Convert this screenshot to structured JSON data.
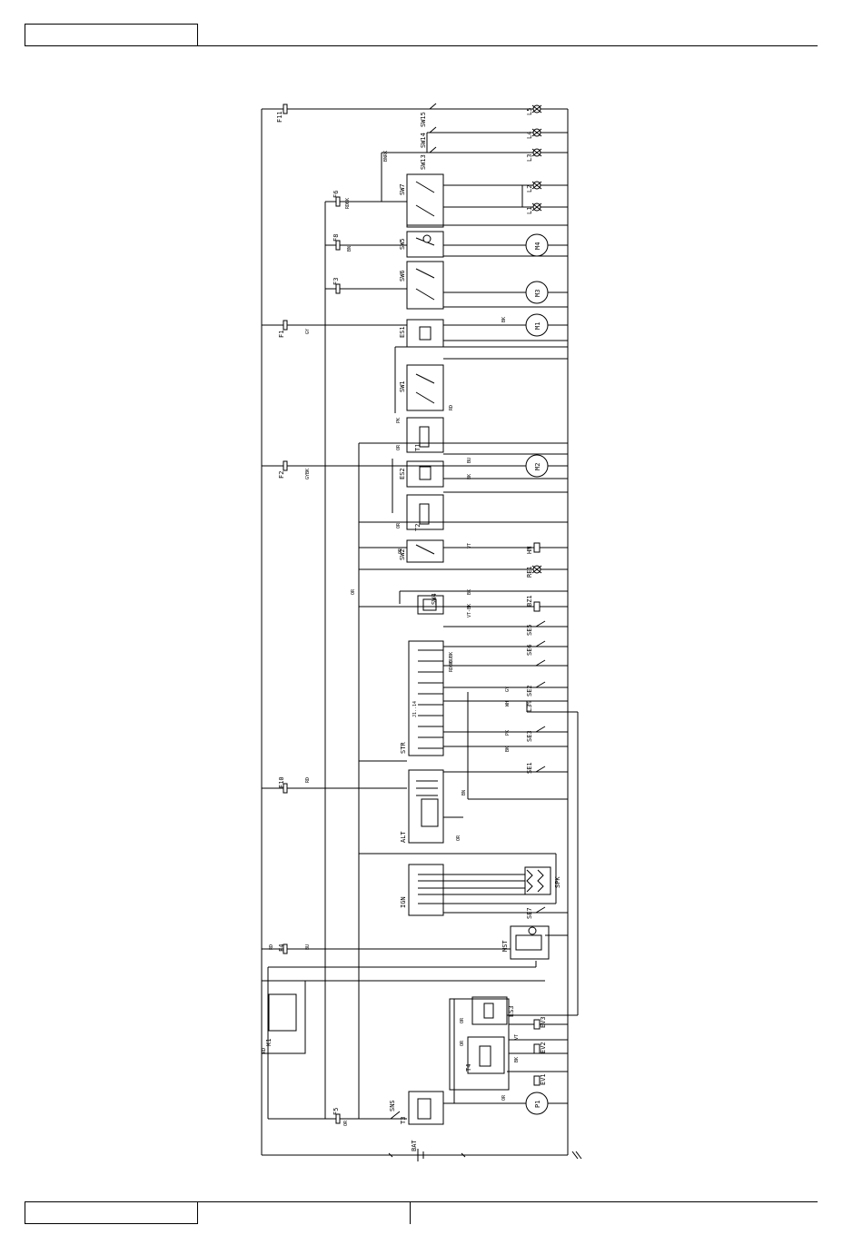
{
  "labels": {
    "f11": "F11",
    "sw15": "SW15",
    "l5": "L5",
    "sw14": "SW14",
    "l4": "L4",
    "bnrk": "BNRK",
    "sw13": "SW13",
    "l3": "L3",
    "sw7": "SW7",
    "f6": "F6",
    "rdbk": "RDBK",
    "l2": "L2",
    "l1": "L1",
    "f8": "F8",
    "sw5": "SW5",
    "m4": "M4",
    "f3": "F3",
    "sw6": "SW6",
    "m3": "M3",
    "f1": "F1",
    "es1": "ES1",
    "m1": "M1",
    "sw1": "SW1",
    "t1": "T1",
    "f2": "F2",
    "es2": "ES2",
    "m2": "M2",
    "t2": "T2",
    "sw2": "SW2",
    "hn": "HN",
    "re1": "RE1",
    "sw4": "SW4",
    "bz1": "BZ1",
    "se5": "SE5",
    "se6": "SE6",
    "se2": "SE2",
    "l3b": "L3%",
    "se3": "SE3",
    "se1": "SE1",
    "str": "STR",
    "j114": "J1..14",
    "f10": "F10",
    "alt": "ALT",
    "ign": "IGN",
    "spk": "SPK",
    "se7": "SE7",
    "mst": "MST",
    "f4": "F4",
    "k1": "K1",
    "es3": "ES3",
    "ev3": "EV3",
    "ev2": "EV2",
    "t4": "T4",
    "ev1": "EV1",
    "p1": "P1",
    "t3": "T3",
    "f5": "F5",
    "sns": "SNS",
    "bat": "BAT"
  },
  "wires": {
    "or": "OR",
    "gy": "GY",
    "bn": "BN",
    "bk": "BK",
    "rd": "RD",
    "pk": "PK",
    "bu": "BU",
    "vt": "VT",
    "gybk": "GYBK",
    "vtbk": "VT-BK",
    "bubk": "BUBK",
    "rdbk": "RDBK",
    "wh": "WH"
  },
  "colors": {
    "ink": "#000000",
    "paper": "#ffffff"
  }
}
